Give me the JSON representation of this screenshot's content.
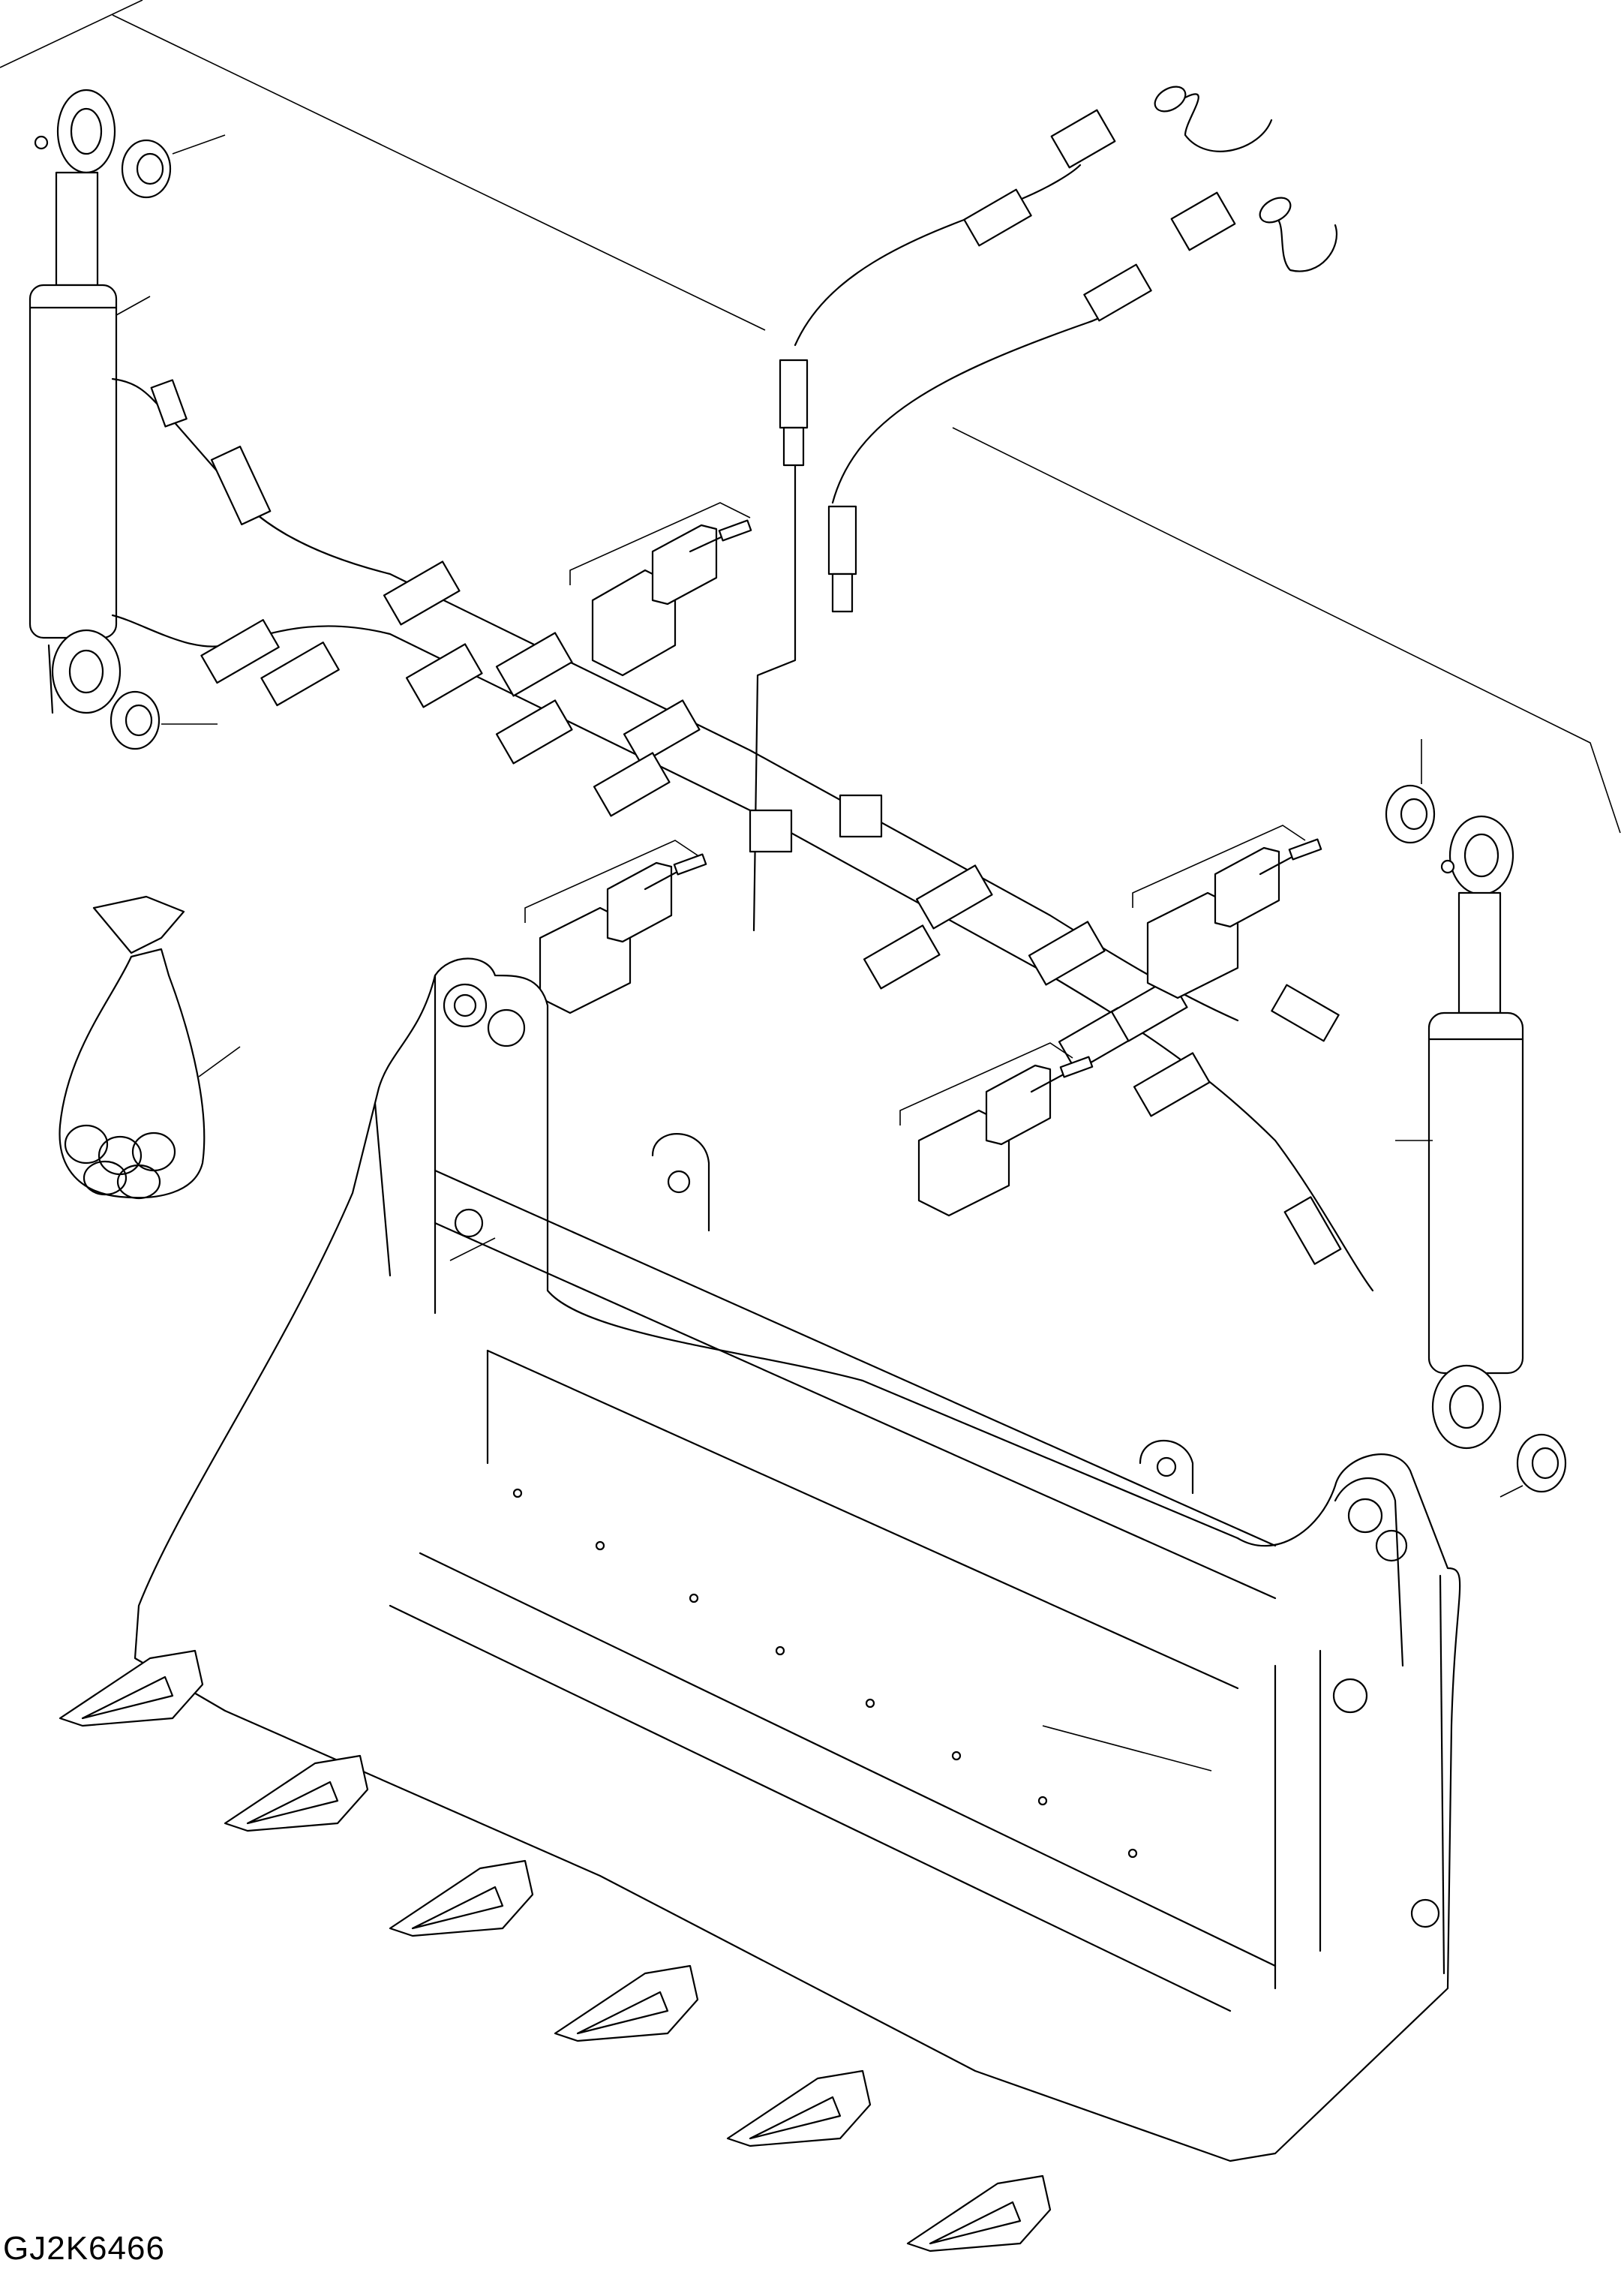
{
  "figure": {
    "drawing_id": "GJ2K6466"
  },
  "parts": [
    {
      "name": "bucket"
    },
    {
      "name": "bucket-cylinder-left"
    },
    {
      "name": "bucket-cylinder-right"
    },
    {
      "name": "hydraulic-hose-assembly"
    },
    {
      "name": "quick-coupler-fittings"
    },
    {
      "name": "hose-clamps"
    },
    {
      "name": "bushing"
    },
    {
      "name": "parts-bag"
    },
    {
      "name": "bucket-teeth"
    }
  ],
  "colors": {
    "line": "#000000",
    "background": "#ffffff"
  }
}
